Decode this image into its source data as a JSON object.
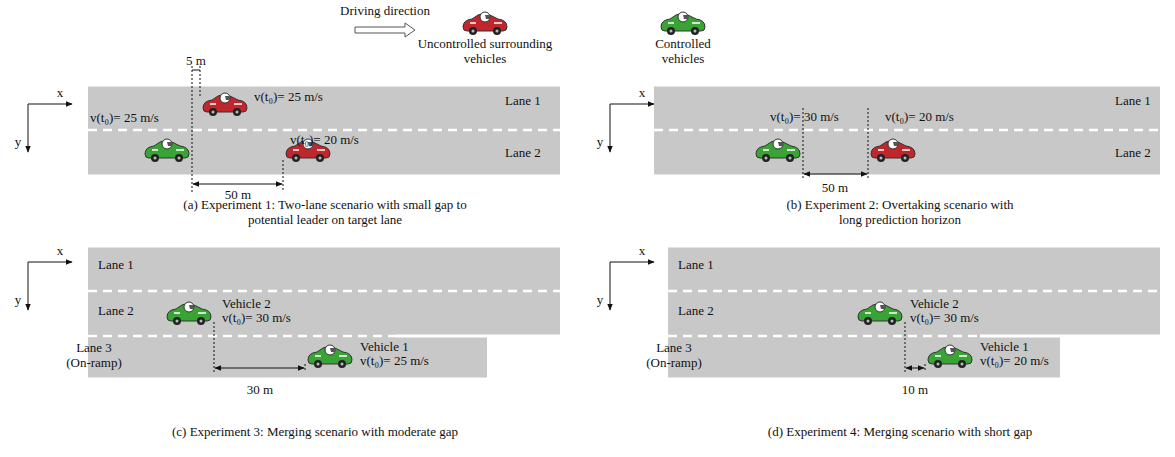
{
  "diagram": {
    "labels": [
      "x",
      "y",
      "5 m",
      "v(t₀)= 25 m/s",
      "v(t₀)= 25 m/s",
      "v(t₀)= 20 m/s",
      "Lane 1",
      "Lane 2",
      "50 m",
      "(a) Experiment 1: Two-lane scenario with small gap to potential leader on target lane",
      "x",
      "y",
      "v(t₀)= 30 m/s",
      "v(t₀)= 20 m/s",
      "Lane 1",
      "Lane 2",
      "50 m",
      "(b) Experiment 2: Overtaking scenario with long prediction horizon",
      "x",
      "y",
      "Lane 1",
      "Lane 2",
      "Lane 3 (On-ramp)",
      "Vehicle 2",
      "v(t₀)= 30 m/s",
      "Vehicle 1",
      "v(t₀)= 25 m/s",
      "30 m",
      "(c) Experiment 3: Merging scenario with moderate gap",
      "x",
      "y",
      "Lane 1",
      "Lane 2",
      "Lane 3 (On-ramp)",
      "Vehicle 2",
      "v(t₀)= 30 m/s",
      "Vehicle 1",
      "v(t₀)= 20 m/s",
      "10 m",
      "(d) Experiment 4: Merging scenario with short gap"
    ],
    "legend": [
      {
        "text": "Driving direction"
      },
      {
        "text": "Uncontrolled surrounding vehicles"
      },
      {
        "text": "Controlled vehicles"
      }
    ]
  }
}
